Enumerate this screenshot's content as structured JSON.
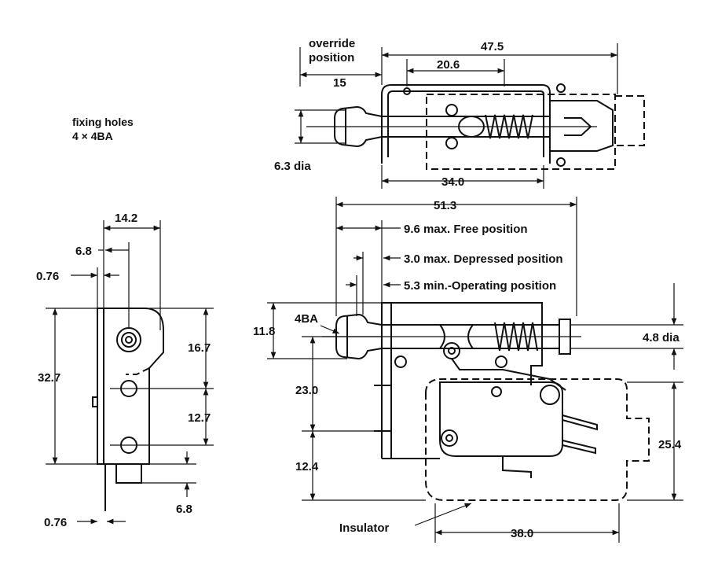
{
  "fixing_holes": {
    "line1": "fixing holes",
    "line2": "4 × 4BA"
  },
  "top_view": {
    "override_l1": "override",
    "override_l2": "position",
    "dim_15": "15",
    "dim_47_5": "47.5",
    "dim_20_6": "20.6",
    "dim_6_3": "6.3 dia",
    "dim_34": "34.0"
  },
  "side_view": {
    "dim_14_2": "14.2",
    "dim_6_8_top": "6.8",
    "dim_0_76_top": "0.76",
    "dim_32_7": "32.7",
    "dim_16_7": "16.7",
    "dim_12_7": "12.7",
    "dim_6_8_bot": "6.8",
    "dim_0_76_bot": "0.76"
  },
  "front_view": {
    "dim_51_3": "51.3",
    "free_pos": "9.6 max. Free position",
    "depressed_pos": "3.0 max. Depressed position",
    "operating_pos": "5.3 min.-Operating position",
    "thread_4ba": "4BA",
    "dim_11_8": "11.8",
    "dim_4_8": "4.8 dia",
    "dim_23": "23.0",
    "dim_12_4": "12.4",
    "dim_25_4": "25.4",
    "insulator": "Insulator",
    "dim_38": "38.0"
  }
}
